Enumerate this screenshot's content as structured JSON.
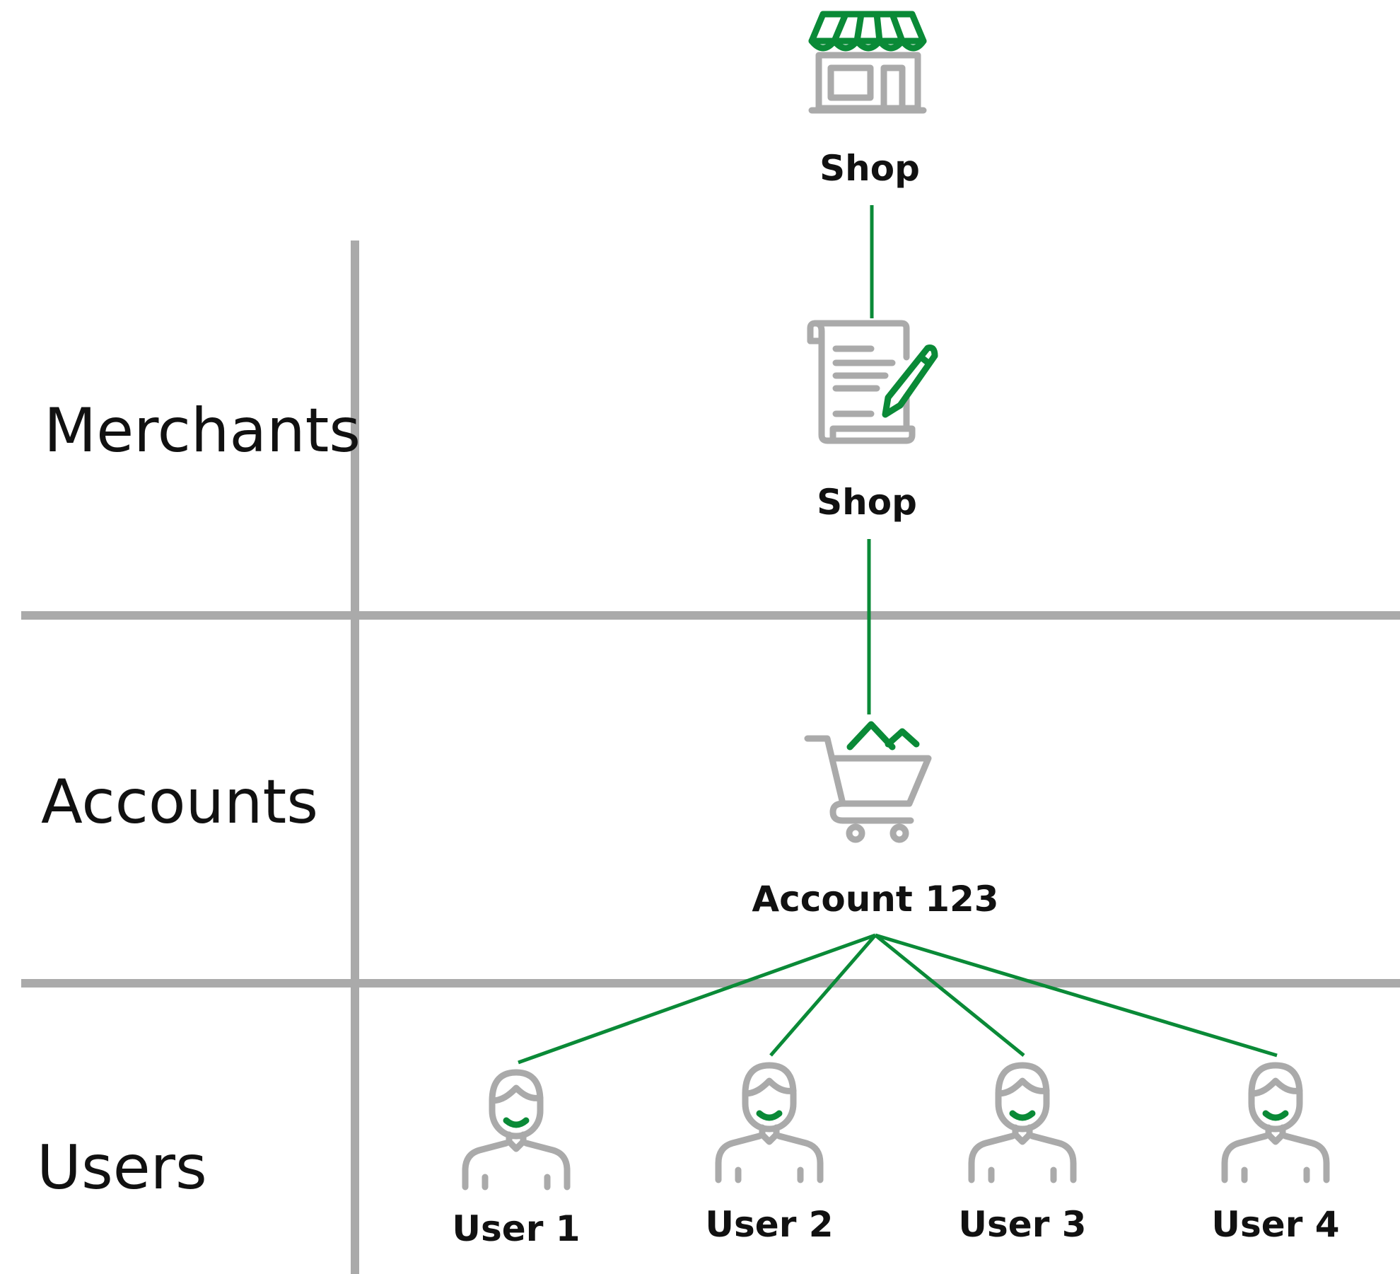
{
  "rows": {
    "merchants": "Merchants",
    "accounts": "Accounts",
    "users": "Users"
  },
  "nodes": {
    "shop_top": {
      "label": "Shop",
      "icon": "storefront-icon"
    },
    "shop_contract": {
      "label": "Shop",
      "icon": "contract-icon"
    },
    "account": {
      "label": "Account 123",
      "icon": "shopping-cart-icon"
    },
    "users": [
      {
        "label": "User 1",
        "icon": "user-icon"
      },
      {
        "label": "User 2",
        "icon": "user-icon"
      },
      {
        "label": "User 3",
        "icon": "user-icon"
      },
      {
        "label": "User 4",
        "icon": "user-icon"
      }
    ]
  },
  "colors": {
    "accent": "#0a8a37",
    "grid": "#aaaaaa",
    "text": "#111111"
  }
}
